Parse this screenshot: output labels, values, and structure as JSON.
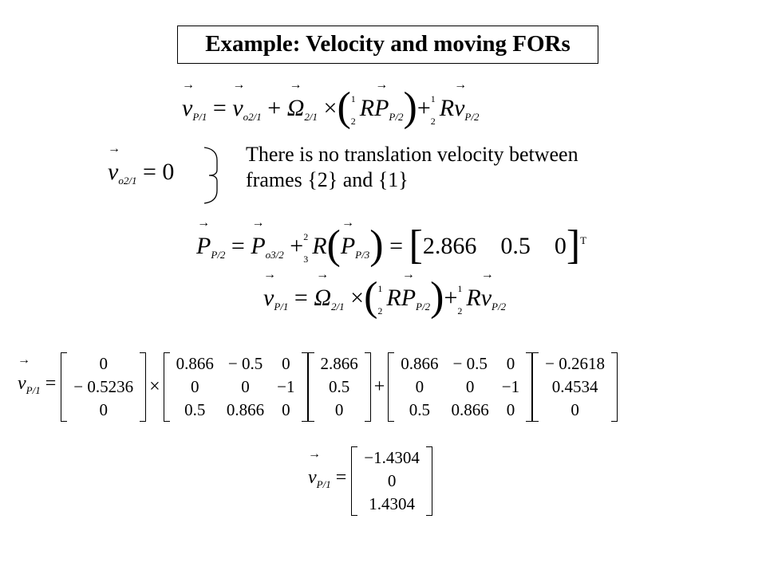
{
  "title": "Example: Velocity and moving FORs",
  "note": {
    "line1": "There is no translation velocity between",
    "line2": "frames {2} and {1}"
  },
  "equation1": "v_{P/1} = v_{o2/1} + Ω_{2/1} × (₂¹R P_{P/2}) + ₂¹R v_{P/2}",
  "equation2": "v_{o2/1} = 0",
  "equation3": "P_{P/2} = P_{o3/2} + ₃²R (P_{P/3}) = [2.866 0.5 0]^T",
  "equation4": "v_{P/1} = Ω_{2/1} × (₂¹R P_{P/2}) + ₂¹R v_{P/2}",
  "matrix_equation": {
    "omega": [
      "0",
      "− 0.5236",
      "0"
    ],
    "rotation_1": [
      [
        "0.866",
        "− 0.5",
        "0"
      ],
      [
        "0",
        "0",
        "−1"
      ],
      [
        "0.5",
        "0.866",
        "0"
      ]
    ],
    "p_vector": [
      "2.866",
      "0.5",
      "0"
    ],
    "rotation_2": [
      [
        "0.866",
        "− 0.5",
        "0"
      ],
      [
        "0",
        "0",
        "−1"
      ],
      [
        "0.5",
        "0.866",
        "0"
      ]
    ],
    "v_vector": [
      "− 0.2618",
      "0.4534",
      "0"
    ]
  },
  "result": [
    "−1.4304",
    "0",
    "1.4304"
  ]
}
